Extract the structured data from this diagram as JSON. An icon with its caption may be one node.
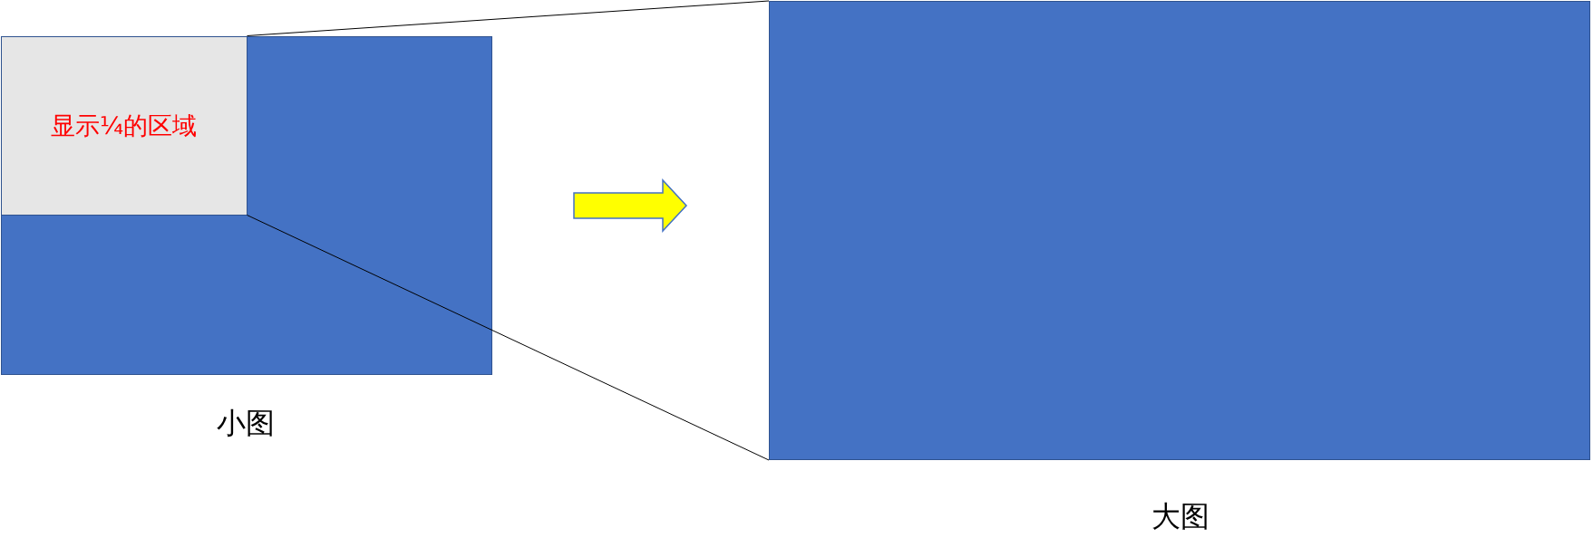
{
  "diagram": {
    "nodes": [
      {
        "text": [],
        "shape": "box",
        "beside": [
          "小图"
        ]
      },
      {
        "text": [
          "显示¼的区域"
        ],
        "in": 0
      },
      {
        "text": [],
        "shape": "box",
        "beside": [
          "大图"
        ]
      }
    ],
    "edges": [
      {
        "from": 0,
        "to": 2,
        "arrow": "to",
        "color": "#ffff00"
      },
      {
        "from": 1,
        "to": 2,
        "arrow": "none"
      },
      {
        "from": 1,
        "to": 2,
        "arrow": "none"
      }
    ]
  }
}
